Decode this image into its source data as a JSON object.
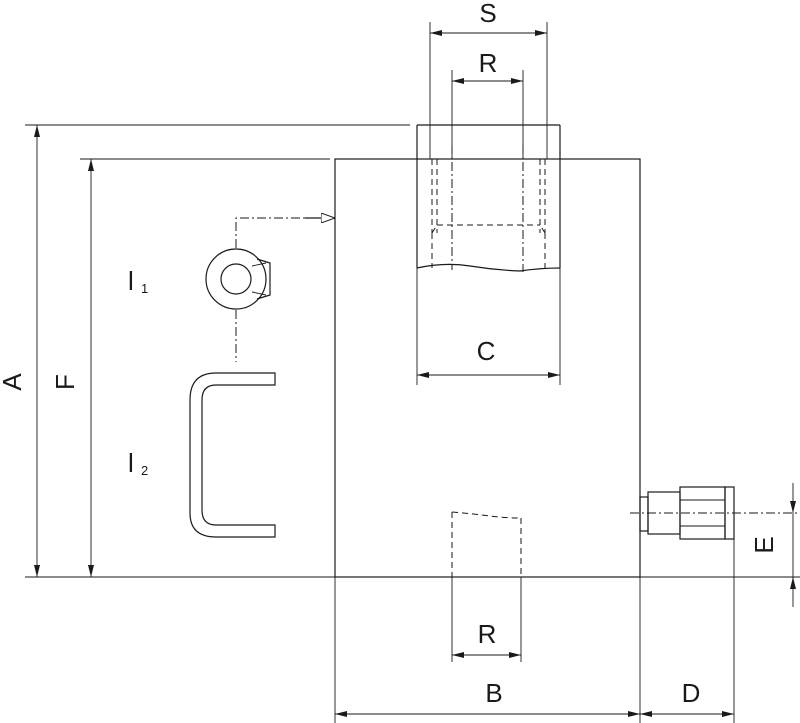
{
  "labels": {
    "s": "S",
    "r_top": "R",
    "c": "C",
    "r_bottom": "R",
    "b": "B",
    "d": "D",
    "e": "E",
    "a": "A",
    "f": "F",
    "l1_main": "l",
    "l1_sub": "1",
    "l2_main": "l",
    "l2_sub": "2"
  }
}
